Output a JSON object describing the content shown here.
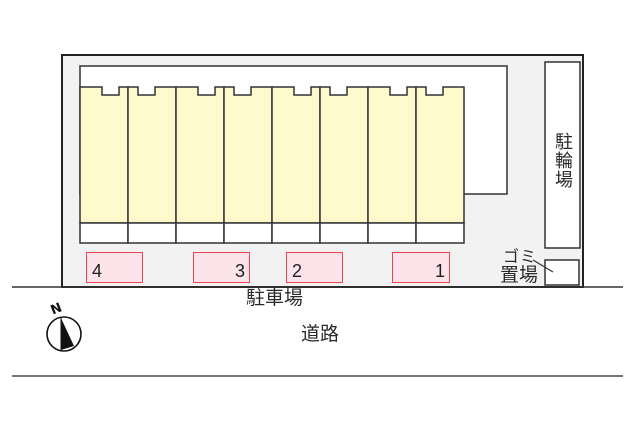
{
  "diagram": {
    "type": "site-layout",
    "building": {
      "unit_count": 8
    },
    "parking": {
      "label": "駐車場",
      "spots": [
        {
          "number": "4"
        },
        {
          "number": "3"
        },
        {
          "number": "2"
        },
        {
          "number": "1"
        }
      ]
    },
    "bicycle_parking": {
      "label": "駐輪場"
    },
    "garbage": {
      "label_line1": "ゴミ",
      "label_line2": "置場"
    },
    "road": {
      "label": "道路"
    },
    "compass": {
      "north_label": "N"
    }
  },
  "colors": {
    "site_background": "#F2F2F2",
    "unit_fill": "#FFF9CE",
    "outline": "#333333",
    "parking_fill": "#FDE3EA",
    "parking_border": "#EE4452",
    "road_line_bottom": "#777777"
  }
}
